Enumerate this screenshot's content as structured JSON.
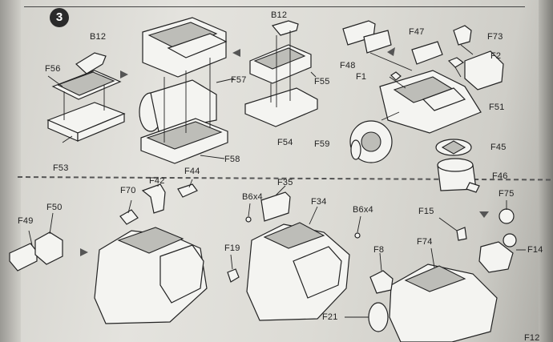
{
  "step": {
    "number": "3"
  },
  "labels": {
    "b12_a": "B12",
    "f56": "F56",
    "f53": "F53",
    "f57": "F57",
    "f58": "F58",
    "b12_b": "B12",
    "f55": "F55",
    "f54": "F54",
    "f47": "F47",
    "f48": "F48",
    "f73": "F73",
    "f1": "F1",
    "f2": "F2",
    "f51": "F51",
    "f59": "F59",
    "f45": "F45",
    "f46": "F46",
    "f49": "F49",
    "f50": "F50",
    "f70": "F70",
    "f42": "F42",
    "f44": "F44",
    "b6x4_a": "B6x4",
    "f35": "F35",
    "f34": "F34",
    "b6x4_b": "B6x4",
    "f19": "F19",
    "f15": "F15",
    "f75": "F75",
    "f14": "F14",
    "f74": "F74",
    "f8": "F8",
    "f21": "F21",
    "f12": "F12"
  }
}
